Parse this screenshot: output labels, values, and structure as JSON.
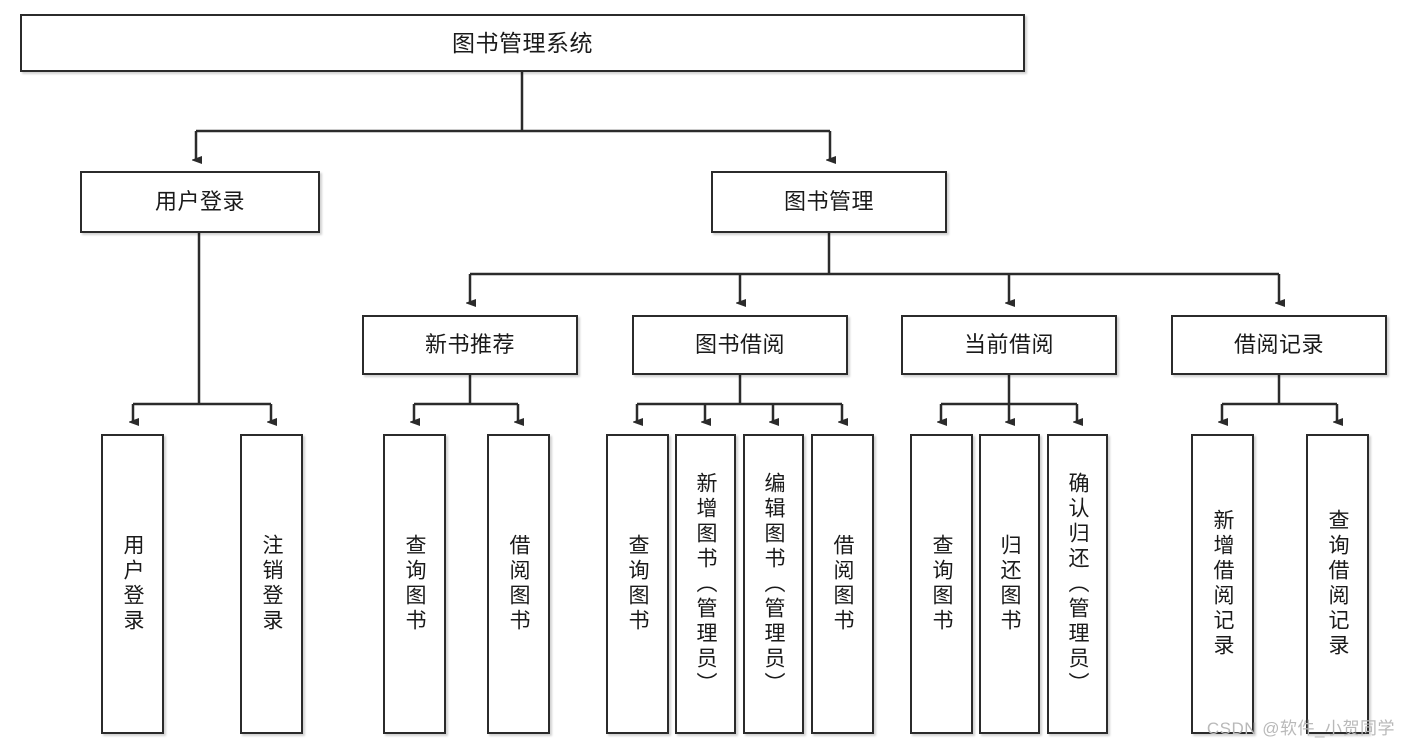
{
  "diagram": {
    "title_node": {
      "label": "图书管理系统"
    },
    "level2": [
      {
        "id": "user-login",
        "label": "用户登录"
      },
      {
        "id": "book-management",
        "label": "图书管理"
      }
    ],
    "level3": [
      {
        "id": "new-book-recommend",
        "label": "新书推荐"
      },
      {
        "id": "book-borrow",
        "label": "图书借阅"
      },
      {
        "id": "current-borrow",
        "label": "当前借阅"
      },
      {
        "id": "borrow-record",
        "label": "借阅记录"
      }
    ],
    "leaves": {
      "user_login": [
        {
          "id": "leaf-user-login",
          "label": "用户登录"
        },
        {
          "id": "leaf-logout-login",
          "label": "注销登录"
        }
      ],
      "new_book_recommend": [
        {
          "id": "leaf-query-book-1",
          "label": "查询图书"
        },
        {
          "id": "leaf-borrow-book-1",
          "label": "借阅图书"
        }
      ],
      "book_borrow": [
        {
          "id": "leaf-query-book-2",
          "label": "查询图书"
        },
        {
          "id": "leaf-add-book",
          "label": "新增图书（管理员）"
        },
        {
          "id": "leaf-edit-book",
          "label": "编辑图书（管理员）"
        },
        {
          "id": "leaf-borrow-book-2",
          "label": "借阅图书"
        }
      ],
      "current_borrow": [
        {
          "id": "leaf-query-book-3",
          "label": "查询图书"
        },
        {
          "id": "leaf-return-book",
          "label": "归还图书"
        },
        {
          "id": "leaf-confirm-return",
          "label": "确认归还（管理员）"
        }
      ],
      "borrow_record": [
        {
          "id": "leaf-add-record",
          "label": "新增借阅记录"
        },
        {
          "id": "leaf-query-record",
          "label": "查询借阅记录"
        }
      ]
    }
  },
  "watermark": {
    "text": "CSDN @软件_小贺同学"
  },
  "colors": {
    "box_border": "#2b2b2b",
    "box_fill": "#ffffff",
    "text": "#1a1a1a",
    "edge": "#2b2b2b",
    "watermark": "#b9b9b9"
  }
}
